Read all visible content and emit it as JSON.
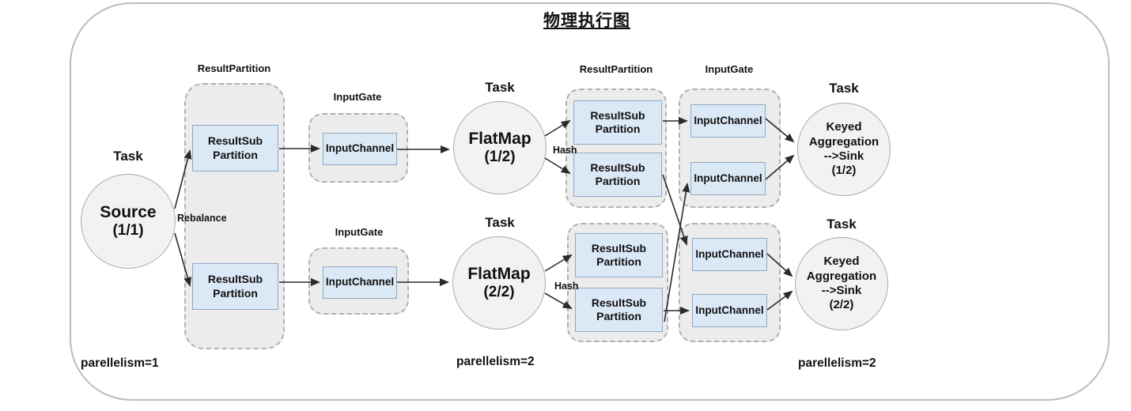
{
  "title": "物理执行图",
  "labels": {
    "task": "Task",
    "result_partition": "ResultPartition",
    "input_gate": "InputGate",
    "result_sub_line1": "ResultSub",
    "result_sub_line2": "Partition",
    "input_channel": "InputChannel",
    "rebalance": "Rebalance",
    "hash": "Hash"
  },
  "nodes": {
    "source": {
      "name": "Source",
      "index": "(1/1)"
    },
    "flatmap_1": {
      "name": "FlatMap",
      "index": "(1/2)"
    },
    "flatmap_2": {
      "name": "FlatMap",
      "index": "(2/2)"
    },
    "keyed_agg_1": {
      "line1": "Keyed",
      "line2": "Aggregation",
      "line3": "-->Sink",
      "index": "(1/2)"
    },
    "keyed_agg_2": {
      "line1": "Keyed",
      "line2": "Aggregation",
      "line3": "-->Sink",
      "index": "(2/2)"
    }
  },
  "footers": {
    "parallelism_source": "parellelism=1",
    "parallelism_flatmap": "parellelism=2",
    "parallelism_sink": "parellelism=2"
  },
  "colors": {
    "box_fill": "#dbe8f6",
    "box_border": "#90a9c0",
    "container_fill": "#ececec",
    "container_border": "#b0b0b0",
    "circle_fill": "#f2f2f2",
    "circle_border": "#ababab",
    "frame_border": "#bcbcbc",
    "arrow": "#2b2b2b"
  }
}
